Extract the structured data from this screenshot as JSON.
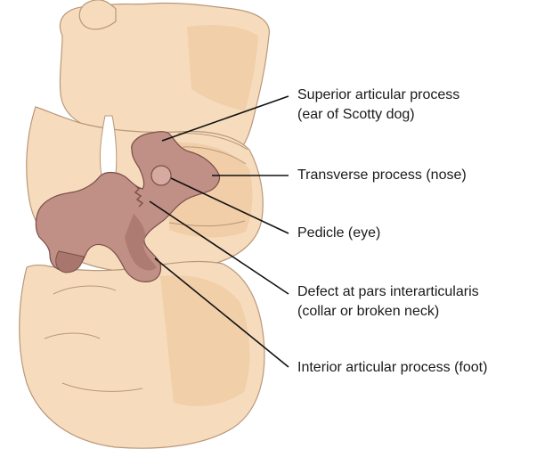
{
  "labels": {
    "superior_articular_process": {
      "line1": "Superior articular process",
      "line2": "(ear of Scotty dog)"
    },
    "transverse_process": {
      "line1": "Transverse process (nose)"
    },
    "pedicle": {
      "line1": "Pedicle (eye)"
    },
    "defect": {
      "line1": "Defect at pars interarticularis",
      "line2": "(collar or broken neck)"
    },
    "inferior_articular_process": {
      "line1": "Interior articular process (foot)"
    }
  },
  "colors": {
    "bone_fill": "#f6dcbd",
    "bone_shade": "#efc9a0",
    "bone_outline": "#b9977a",
    "scotty_fill": "#c08f86",
    "scotty_shade": "#a8766d",
    "scotty_outline": "#7a4f48",
    "leader_line": "#111111"
  }
}
